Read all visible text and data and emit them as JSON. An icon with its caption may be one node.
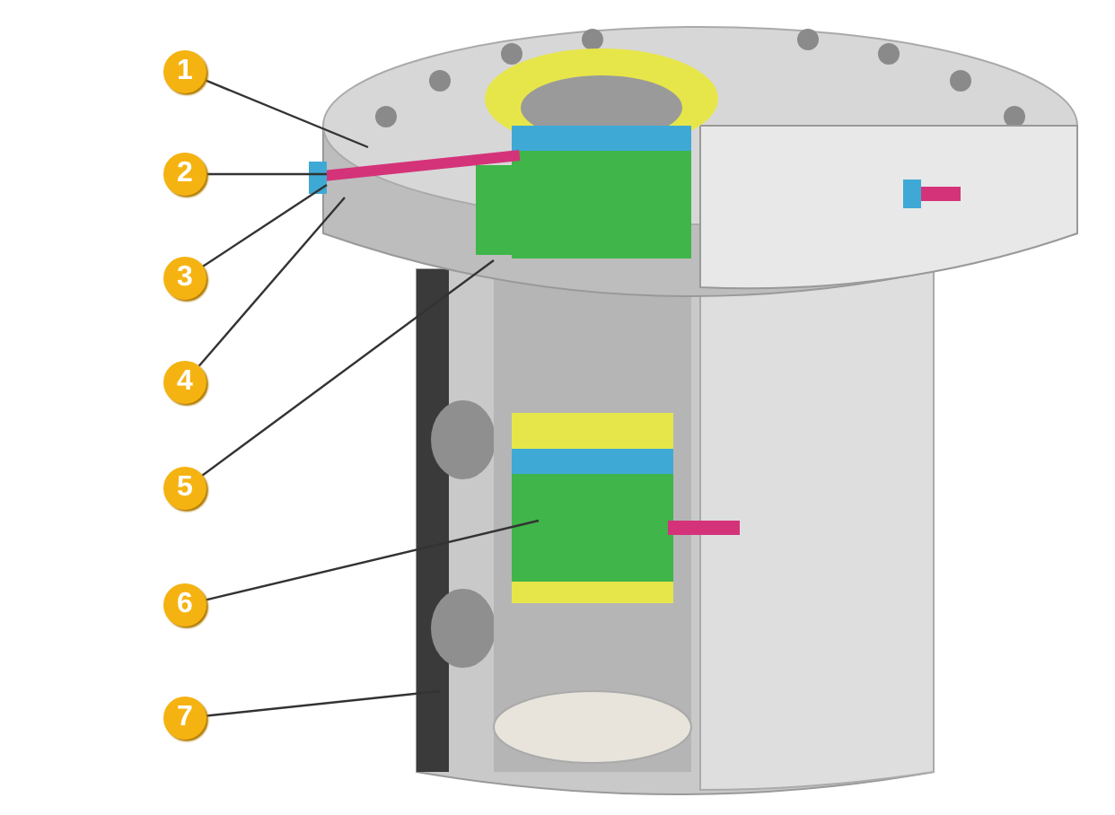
{
  "diagram": {
    "nodes": [
      {
        "text": [
          "1"
        ]
      },
      {
        "text": [
          "2"
        ]
      },
      {
        "text": [
          "3"
        ]
      },
      {
        "text": [
          "4"
        ]
      },
      {
        "text": [
          "5"
        ]
      },
      {
        "text": [
          "6"
        ]
      },
      {
        "text": [
          "7"
        ]
      }
    ],
    "edges": [
      {
        "from": 0,
        "to": null,
        "arrow": "none"
      },
      {
        "from": 1,
        "to": null,
        "arrow": "none"
      },
      {
        "from": 2,
        "to": null,
        "arrow": "none"
      },
      {
        "from": 3,
        "to": null,
        "arrow": "none"
      },
      {
        "from": 4,
        "to": null,
        "arrow": "none"
      },
      {
        "from": 5,
        "to": null,
        "arrow": "none"
      },
      {
        "from": 6,
        "to": null,
        "arrow": "none"
      }
    ]
  }
}
